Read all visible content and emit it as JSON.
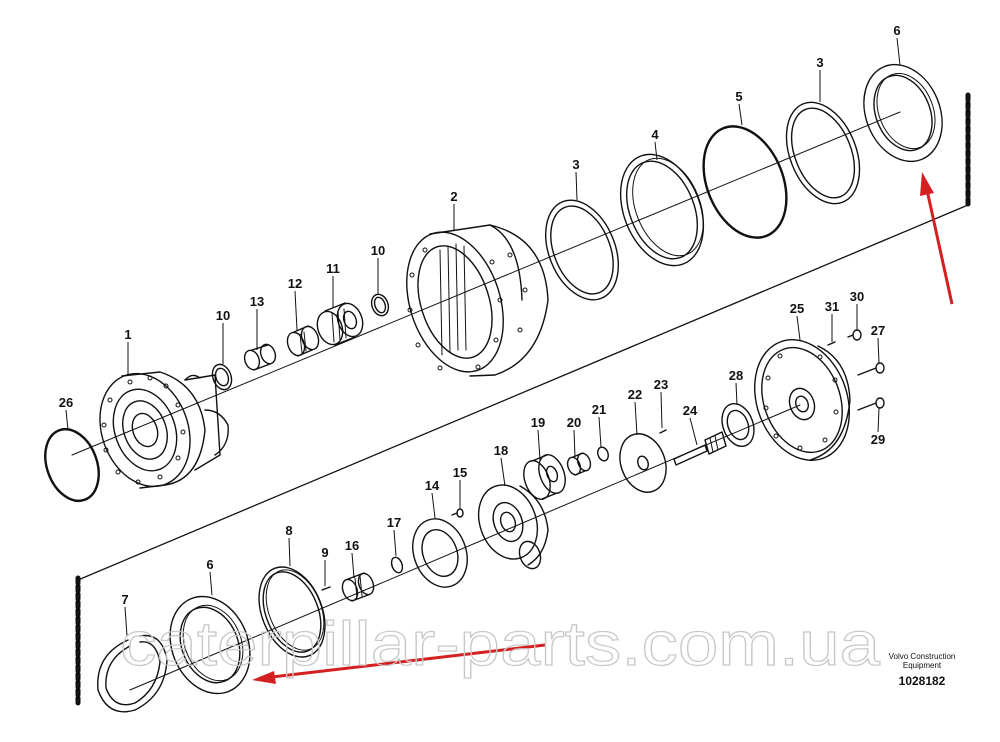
{
  "brand": {
    "line1": "Volvo Construction",
    "line2": "Equipment"
  },
  "document_number": "1028182",
  "watermark": "caterpillar-parts.com.ua",
  "colors": {
    "line": "#111111",
    "arrow": "#d42020",
    "watermark": "#c8c8c8"
  },
  "part_numbers": [
    "1",
    "2",
    "3",
    "3",
    "4",
    "5",
    "6",
    "6",
    "7",
    "8",
    "9",
    "10",
    "10",
    "11",
    "12",
    "13",
    "14",
    "15",
    "16",
    "17",
    "18",
    "19",
    "20",
    "21",
    "22",
    "23",
    "24",
    "25",
    "26",
    "27",
    "28",
    "29",
    "30",
    "31"
  ]
}
